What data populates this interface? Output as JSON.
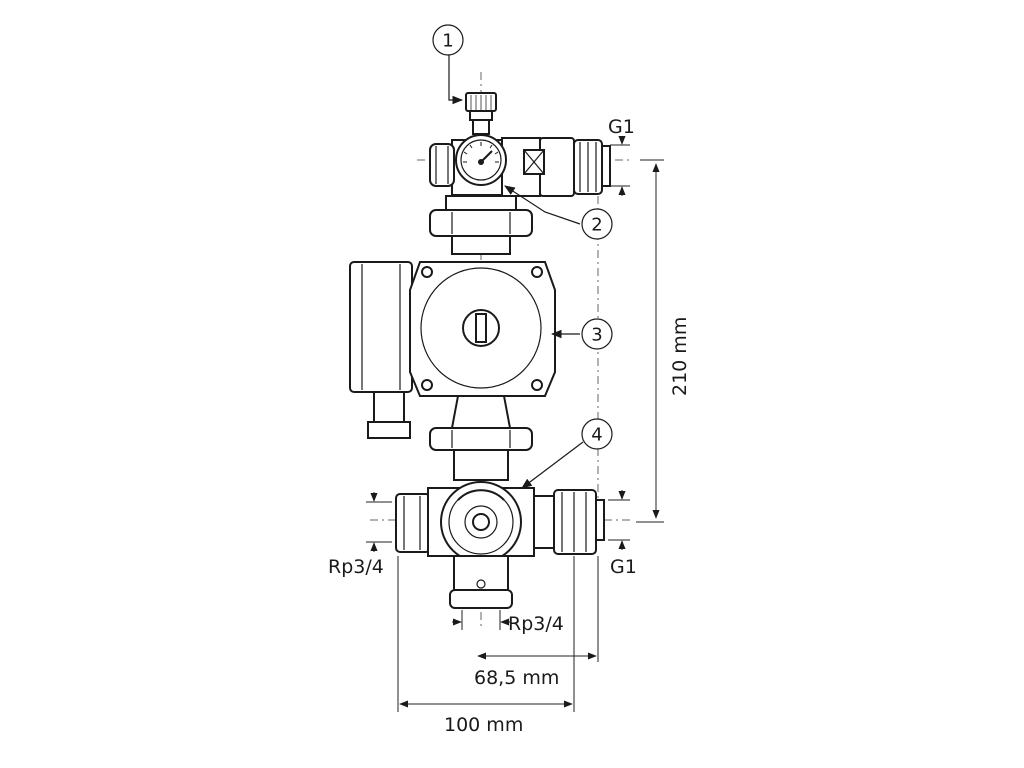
{
  "callouts": [
    "1",
    "2",
    "3",
    "4"
  ],
  "threads": {
    "top_right": "G1",
    "bottom_right": "G1",
    "bottom_left": "Rp3/4",
    "bottom_center": "Rp3/4"
  },
  "dimensions": {
    "height": "210 mm",
    "inner_width": "68,5 mm",
    "outer_width": "100 mm"
  }
}
